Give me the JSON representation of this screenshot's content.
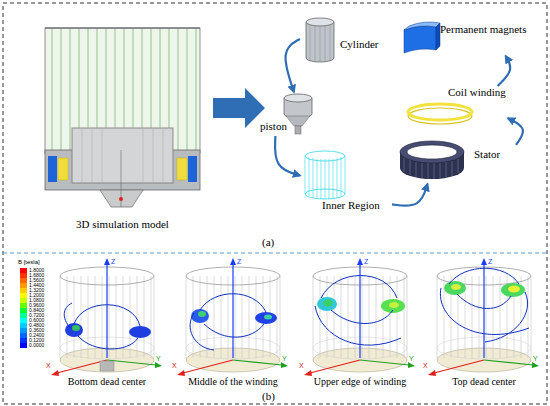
{
  "diagram": {
    "nodes": [
      {
        "text": [
          "3D simulation model"
        ]
      },
      {
        "text": [
          "Cylinder"
        ]
      },
      {
        "text": [
          "piston"
        ]
      },
      {
        "text": [
          "Inner Region"
        ]
      },
      {
        "text": [
          "Stator"
        ]
      },
      {
        "text": [
          "Coil winding"
        ]
      },
      {
        "text": [
          "Permanent magnets"
        ]
      },
      {
        "text": [
          "Bottom dead center"
        ]
      },
      {
        "text": [
          "Middle of the winding"
        ]
      },
      {
        "text": [
          "Upper edge of winding"
        ]
      },
      {
        "text": [
          "Top dead center"
        ]
      }
    ],
    "edges": [
      {
        "from": 1,
        "to": 2,
        "arrow": "to"
      },
      {
        "from": 2,
        "to": 3,
        "arrow": "to"
      },
      {
        "from": 3,
        "to": 4,
        "arrow": "to"
      },
      {
        "from": 4,
        "to": 5,
        "arrow": "to"
      },
      {
        "from": 5,
        "to": 6,
        "arrow": "to"
      }
    ],
    "labels": [
      "(a)",
      "B [tesla]",
      "Z",
      "X",
      "Y",
      "Z",
      "X",
      "Y",
      "Z",
      "X",
      "Y",
      "Z",
      "X",
      "Y",
      "(b)"
    ],
    "legend": [
      {
        "text": "1.8000",
        "color": "#ff0000"
      },
      {
        "text": "1.6800",
        "color": "#ff3300"
      },
      {
        "text": "1.5600",
        "color": "#ff6600"
      },
      {
        "text": "1.4400",
        "color": "#ff9900"
      },
      {
        "text": "1.3200",
        "color": "#ffcc00"
      },
      {
        "text": "1.2000",
        "color": "#ffff00"
      },
      {
        "text": "1.0800",
        "color": "#ccff00"
      },
      {
        "text": "0.9600",
        "color": "#66ff00"
      },
      {
        "text": "0.8400",
        "color": "#00ff33"
      },
      {
        "text": "0.7200",
        "color": "#00ff99"
      },
      {
        "text": "0.6000",
        "color": "#00ffff"
      },
      {
        "text": "0.4800",
        "color": "#00ccff"
      },
      {
        "text": "0.3600",
        "color": "#0099ff"
      },
      {
        "text": "0.2400",
        "color": "#0066ff"
      },
      {
        "text": "0.1200",
        "color": "#0033ff"
      },
      {
        "text": "0.0000",
        "color": "#0000ff"
      }
    ]
  }
}
